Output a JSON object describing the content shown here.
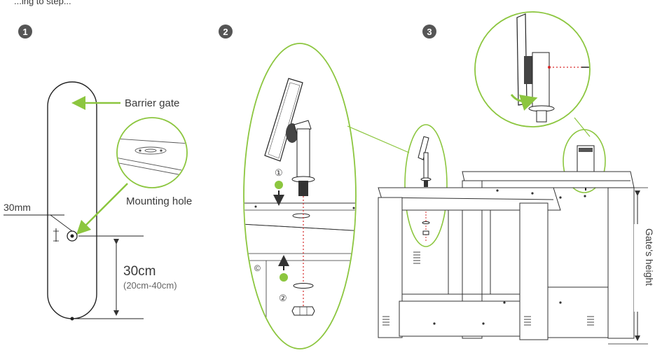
{
  "header": {
    "clipped_text": "...ing to step..."
  },
  "steps": {
    "one": "1",
    "two": "2",
    "three": "3"
  },
  "step1": {
    "barrier_label": "Barrier gate",
    "mounting_label": "Mounting hole",
    "offset_label": "30mm",
    "height_label": "30cm",
    "range_label": "(20cm-40cm)"
  },
  "step2": {
    "marker1": "①",
    "marker2": "②"
  },
  "step3": {
    "height_label": "Gate's height"
  },
  "colors": {
    "accent": "#8cc63f",
    "line": "#333333",
    "hole_dash": "#d62828"
  }
}
